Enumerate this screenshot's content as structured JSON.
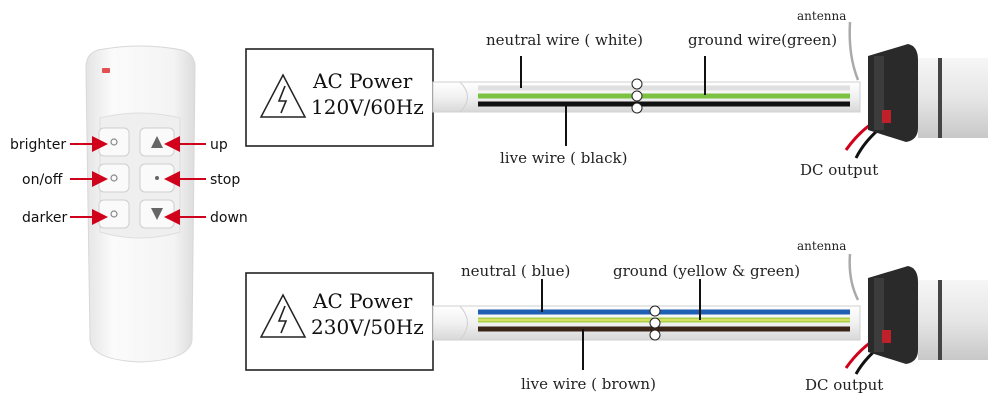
{
  "remote": {
    "labels": {
      "brighter": "brighter",
      "on_off": "on/off",
      "darker": "darker",
      "up": "up",
      "stop": "stop",
      "down": "down"
    },
    "colors": {
      "arrow": "#d0021b",
      "body": "#f4f4f4"
    }
  },
  "diagram_120": {
    "power_line1": "AC Power",
    "power_line2": "120V/60Hz",
    "neutral_label": "neutral wire ( white)",
    "ground_label": "ground wire(green)",
    "live_label": "live wire ( black)",
    "antenna_label": "antenna",
    "dc_label": "DC output",
    "wire_colors": {
      "neutral": "#e8e8e8",
      "ground": "#7cc242",
      "live": "#111111"
    }
  },
  "diagram_230": {
    "power_line1": "AC Power",
    "power_line2": "230V/50Hz",
    "neutral_label": "neutral ( blue)",
    "ground_label": "ground (yellow & green)",
    "live_label": "live wire ( brown)",
    "antenna_label": "antenna",
    "dc_label": "DC output",
    "wire_colors": {
      "neutral": "#1f5fb4",
      "ground": "#a8d04a",
      "live": "#3a2418"
    }
  }
}
